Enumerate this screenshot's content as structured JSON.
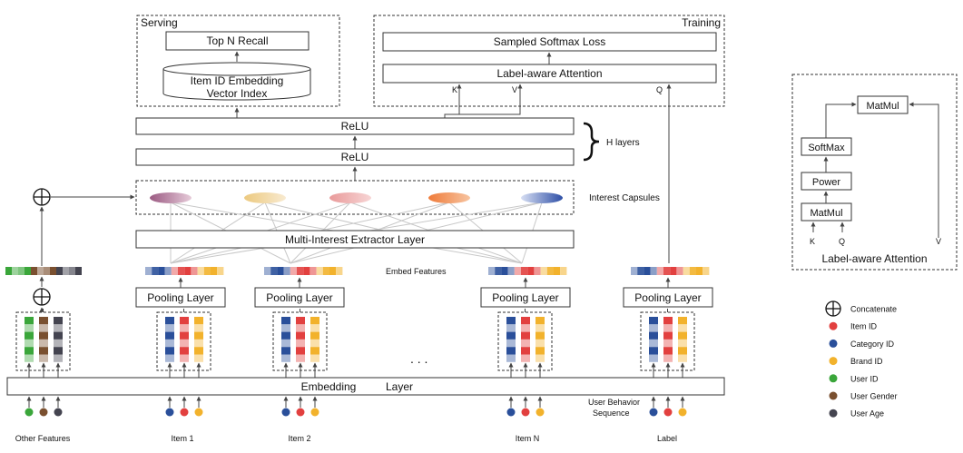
{
  "regions": {
    "serving": "Serving",
    "training": "Training"
  },
  "boxes": {
    "top_n_recall": "Top N Recall",
    "item_id_embedding_line1": "Item ID Embedding",
    "item_id_embedding_line2": "Vector Index",
    "sampled_softmax_loss": "Sampled Softmax Loss",
    "label_aware_attention": "Label-aware Attention",
    "relu_top": "ReLU",
    "relu_bottom": "ReLU",
    "multi_interest_extractor": "Multi-Interest Extractor Layer",
    "pooling_layer": "Pooling Layer",
    "embedding_layer_word1": "Embedding",
    "embedding_layer_word2": "Layer"
  },
  "annotations": {
    "h_layers": "H layers",
    "interest_capsules": "Interest Capsules",
    "embed_features": "Embed Features",
    "user_behavior_line1": "User Behavior",
    "user_behavior_line2": "Sequence",
    "ellipsis": ". . .",
    "k": "K",
    "v": "V",
    "q": "Q"
  },
  "inputs": {
    "other_features": "Other Features",
    "item1": "Item 1",
    "item2": "Item 2",
    "itemN": "Item N",
    "label": "Label"
  },
  "attention_detail": {
    "title": "Label-aware Attention",
    "matmul_top": "MatMul",
    "softmax": "SoftMax",
    "power": "Power",
    "matmul_bottom": "MatMul",
    "k": "K",
    "q": "Q",
    "v": "V"
  },
  "legend": {
    "items": [
      {
        "label": "Concatenate",
        "symbol": "concat"
      },
      {
        "label": "Item ID",
        "color": "#e2403f"
      },
      {
        "label": "Category ID",
        "color": "#2a4f9a"
      },
      {
        "label": "Brand ID",
        "color": "#f2b22c"
      },
      {
        "label": "User ID",
        "color": "#3aa63a"
      },
      {
        "label": "User Gender",
        "color": "#7a5030"
      },
      {
        "label": "User Age",
        "color": "#444450"
      }
    ]
  },
  "colors": {
    "item_id": "#e2403f",
    "category_id": "#2a4f9a",
    "brand_id": "#f2b22c",
    "user_id": "#3aa63a",
    "user_gender": "#7a5030",
    "user_age": "#444450",
    "capsule_1": "#9b5a82",
    "capsule_2": "#ecc97f",
    "capsule_3": "#e99a9a",
    "capsule_4": "#ef7b3a",
    "capsule_5": "#2e4fa6"
  }
}
